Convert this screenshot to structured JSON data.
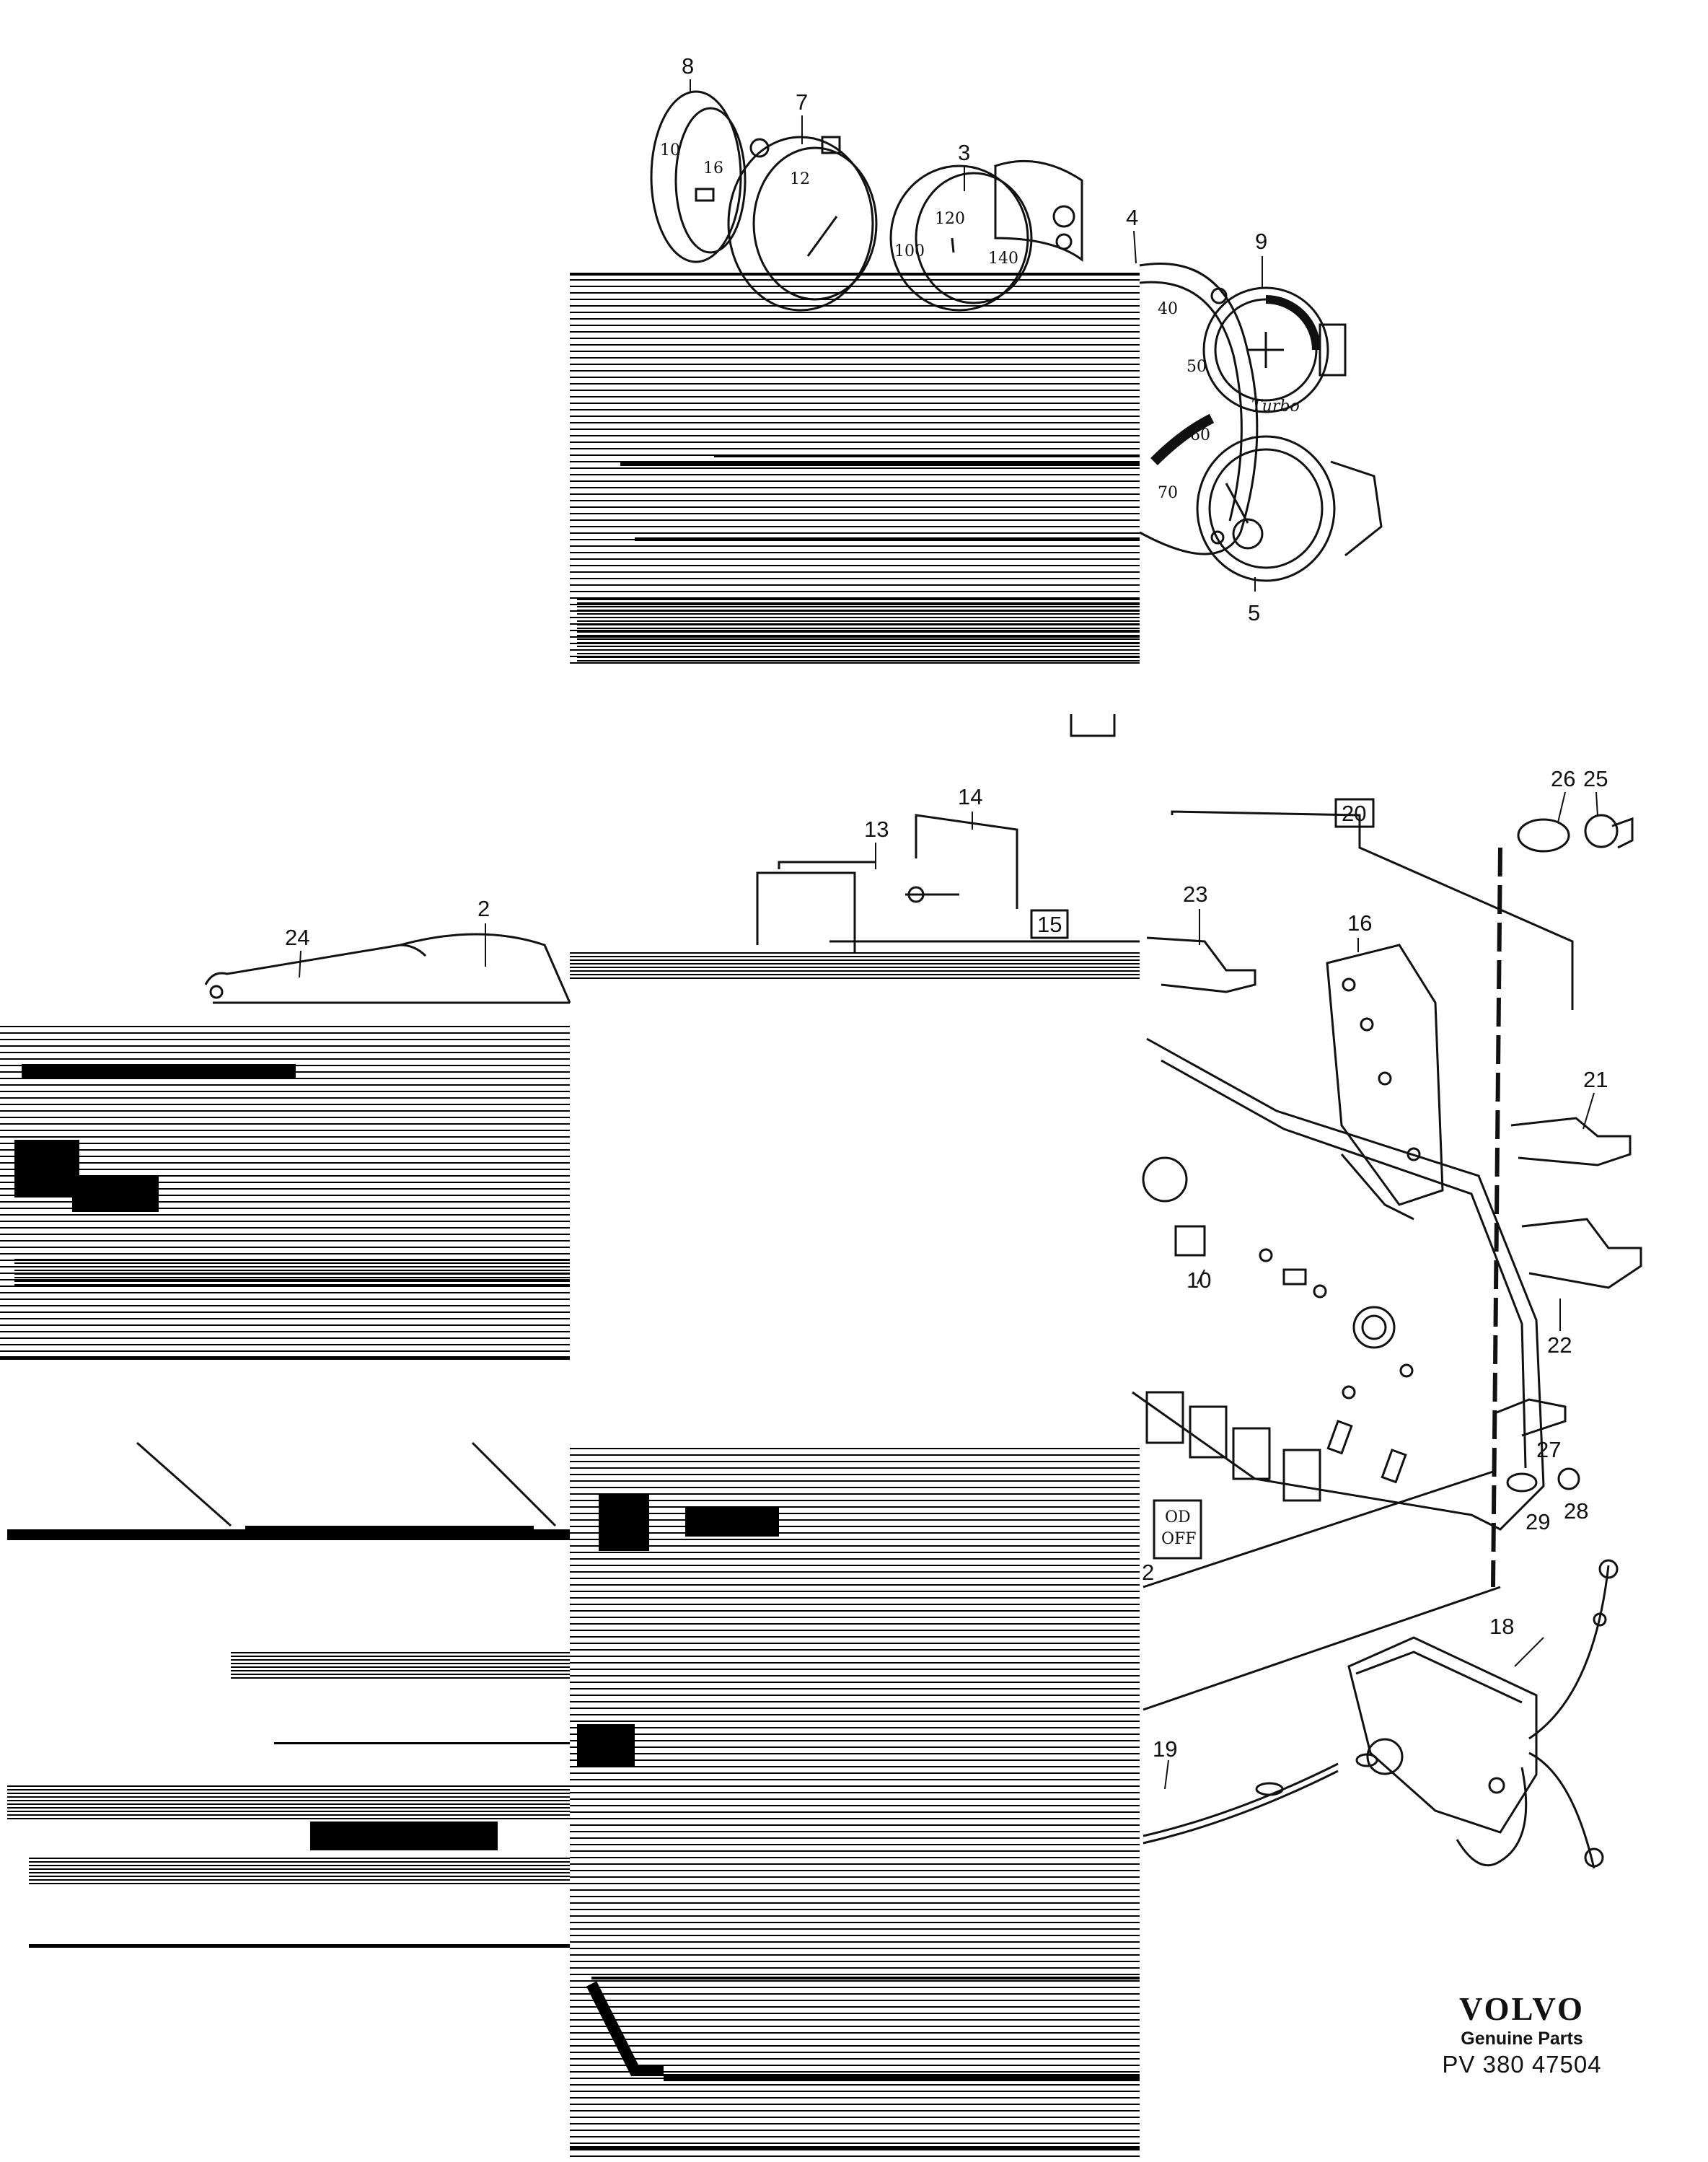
{
  "callouts": {
    "c2": "2",
    "c3": "3",
    "c4": "4",
    "c5": "5",
    "c7": "7",
    "c8": "8",
    "c9": "9",
    "c10": "10",
    "c12": "2",
    "c13": "13",
    "c14": "14",
    "c15": "15",
    "c16": "16",
    "c18": "18",
    "c19": "19",
    "c20": "20",
    "c21": "21",
    "c22": "22",
    "c23": "23",
    "c24": "24",
    "c25": "25",
    "c26": "26",
    "c27": "27",
    "c28": "28",
    "c29": "29"
  },
  "gauge_labels": {
    "tacho_12": "12",
    "speedo_120": "120",
    "speedo_100": "100",
    "speedo_140": "140",
    "fuel_10": "10",
    "fuel_16": "16",
    "big_40": "40",
    "big_50": "50",
    "big_60": "60",
    "big_70": "70",
    "turbo": "Turbo",
    "od": "OD",
    "off": "OFF"
  },
  "brand": {
    "logo": "VOLVO",
    "subtitle": "Genuine Parts",
    "code": "PV 380 47504"
  }
}
